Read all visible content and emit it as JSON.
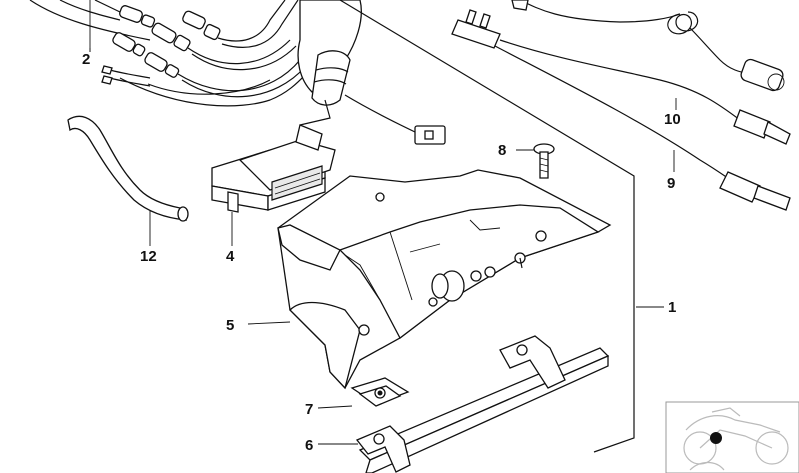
{
  "diagram": {
    "callouts": [
      {
        "id": "1",
        "label": "1"
      },
      {
        "id": "2",
        "label": "2"
      },
      {
        "id": "4",
        "label": "4"
      },
      {
        "id": "5",
        "label": "5"
      },
      {
        "id": "6",
        "label": "6"
      },
      {
        "id": "7",
        "label": "7"
      },
      {
        "id": "8",
        "label": "8"
      },
      {
        "id": "9",
        "label": "9"
      },
      {
        "id": "10",
        "label": "10"
      },
      {
        "id": "12",
        "label": "12"
      }
    ],
    "thumbnail": {
      "icon": "motorcycle-locator-icon"
    }
  }
}
